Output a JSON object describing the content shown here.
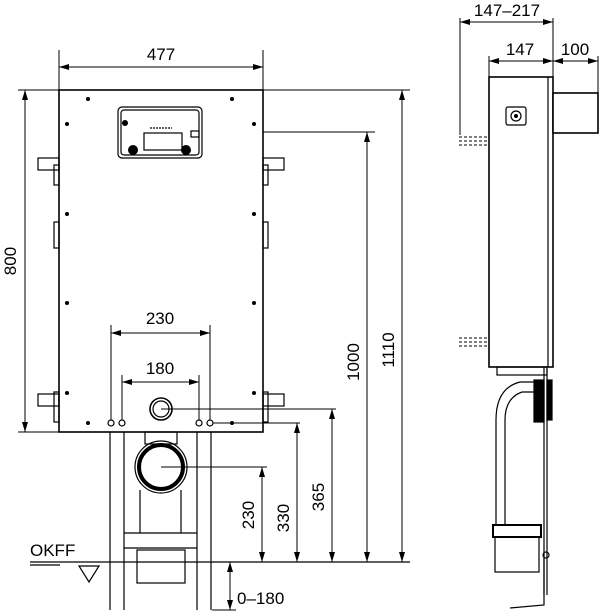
{
  "front_view": {
    "width_label": "477",
    "height_label": "800",
    "support_spacing_outer_label": "230",
    "support_spacing_inner_label": "180",
    "waste_height_label": "230",
    "fixing_height_label": "330",
    "supply_height_label": "365",
    "actuator_height_label": "1000",
    "total_height_label": "1110",
    "leg_adjust_label": "0–180",
    "floor_label": "OKFF"
  },
  "side_view": {
    "depth_range_label": "147–217",
    "depth_label": "147",
    "offset_label": "100"
  }
}
